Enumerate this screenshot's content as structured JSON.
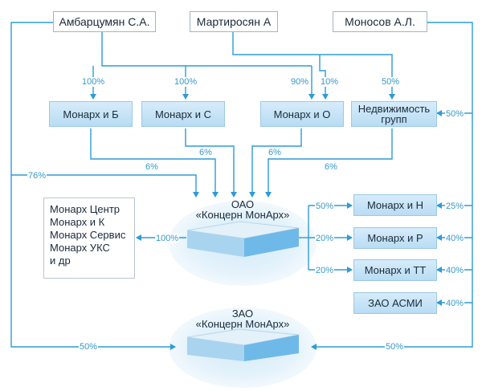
{
  "owners": {
    "ambartsumyan": "Амбарцумян С.А.",
    "martirosyan": "Мартиросян А",
    "monosov": "Моносов А.Л."
  },
  "subsidiaries": {
    "monarkh_b": "Монарх и Б",
    "monarkh_s": "Монарх и С",
    "monarkh_o": "Монарх и О",
    "nedvizhimost": [
      "Недвижимость",
      "групп"
    ],
    "monarkh_n": "Монарх и Н",
    "monarkh_r": "Монарх и Р",
    "monarkh_tt": "Монарх и ТТ",
    "zao_asmi": "ЗАО АСМИ"
  },
  "oao": {
    "line1": "ОАО",
    "line2": "«Концерн МонАрх»"
  },
  "zao": {
    "line1": "ЗАО",
    "line2": "«Концерн МонАрх»"
  },
  "affiliates": [
    "Монарх Центр",
    "Монарх и К",
    "Монарх Сервис",
    "Монарх УКС",
    "и др"
  ],
  "shares": {
    "amb_to_b": "100%",
    "amb_to_s": "100%",
    "amb_to_o": "90%",
    "mart_to_o": "10%",
    "mart_to_ned": "50%",
    "mono_to_ned": "50%",
    "s_to_oao": "6%",
    "o_to_oao": "6%",
    "b_to_oao": "6%",
    "ned_to_oao": "6%",
    "amb_to_oao": "76%",
    "oao_to_affiliates": "100%",
    "oao_to_n": "50%",
    "oao_to_r": "20%",
    "oao_to_tt": "20%",
    "mono_to_n": "25%",
    "mono_to_r": "40%",
    "mono_to_tt": "40%",
    "mono_to_asmi": "40%",
    "amb_to_zao": "50%",
    "mono_to_zao": "50%"
  },
  "colors": {
    "line": "#2e9bd6",
    "box_fill": "#c6e3f6",
    "glow": "#e6f3fb"
  }
}
